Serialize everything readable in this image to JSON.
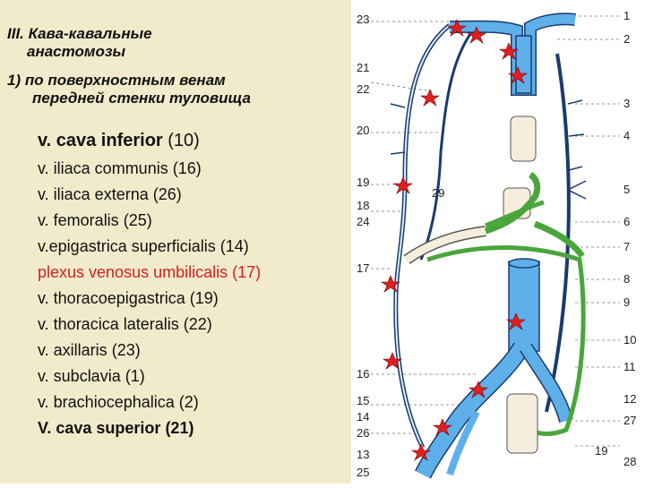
{
  "title_line1": "III. Кава-кавальные",
  "title_line2": "анастомозы",
  "sub_line1": "1) по поверхностным венам",
  "sub_line2": "передней стенки туловища",
  "items": [
    {
      "name": "v. cava inferior",
      "num": "(10)"
    },
    {
      "name": "v. iliaca communis",
      "num": "(16)"
    },
    {
      "name": "v. iliaca externa",
      "num": "(26)"
    },
    {
      "name": "v. femoralis",
      "num": "(25)"
    },
    {
      "name": "v.epigastrica superficialis",
      "num": "(14)"
    },
    {
      "name": "plexus venosus umbilicalis",
      "num": "(17)"
    },
    {
      "name": "v. thoracoepigastrica",
      "num": "(19)"
    },
    {
      "name": "v. thoracica lateralis",
      "num": "(22)"
    },
    {
      "name": "v. axillaris",
      "num": "(23)"
    },
    {
      "name": "v. subclavia",
      "num": "(1)"
    },
    {
      "name": "v. brachiocephalica",
      "num": "(2)"
    },
    {
      "name": "V. cava superior",
      "num": "(21)"
    }
  ],
  "left_numbers": [
    "23",
    "21",
    "22",
    "20",
    "19",
    "18",
    "24",
    "17",
    "16",
    "15",
    "14",
    "26",
    "13",
    "25"
  ],
  "right_numbers": [
    "1",
    "2",
    "3",
    "4",
    "5",
    "6",
    "7",
    "8",
    "9",
    "10",
    "11",
    "12",
    "27",
    "28"
  ],
  "inner_number": "29",
  "page_number": "19",
  "colors": {
    "vein_blue": "#5fb0ea",
    "green": "#4aa63c",
    "star_red": "#e02020",
    "outline": "#1a3b6e",
    "background_left": "#f1ebcb"
  }
}
